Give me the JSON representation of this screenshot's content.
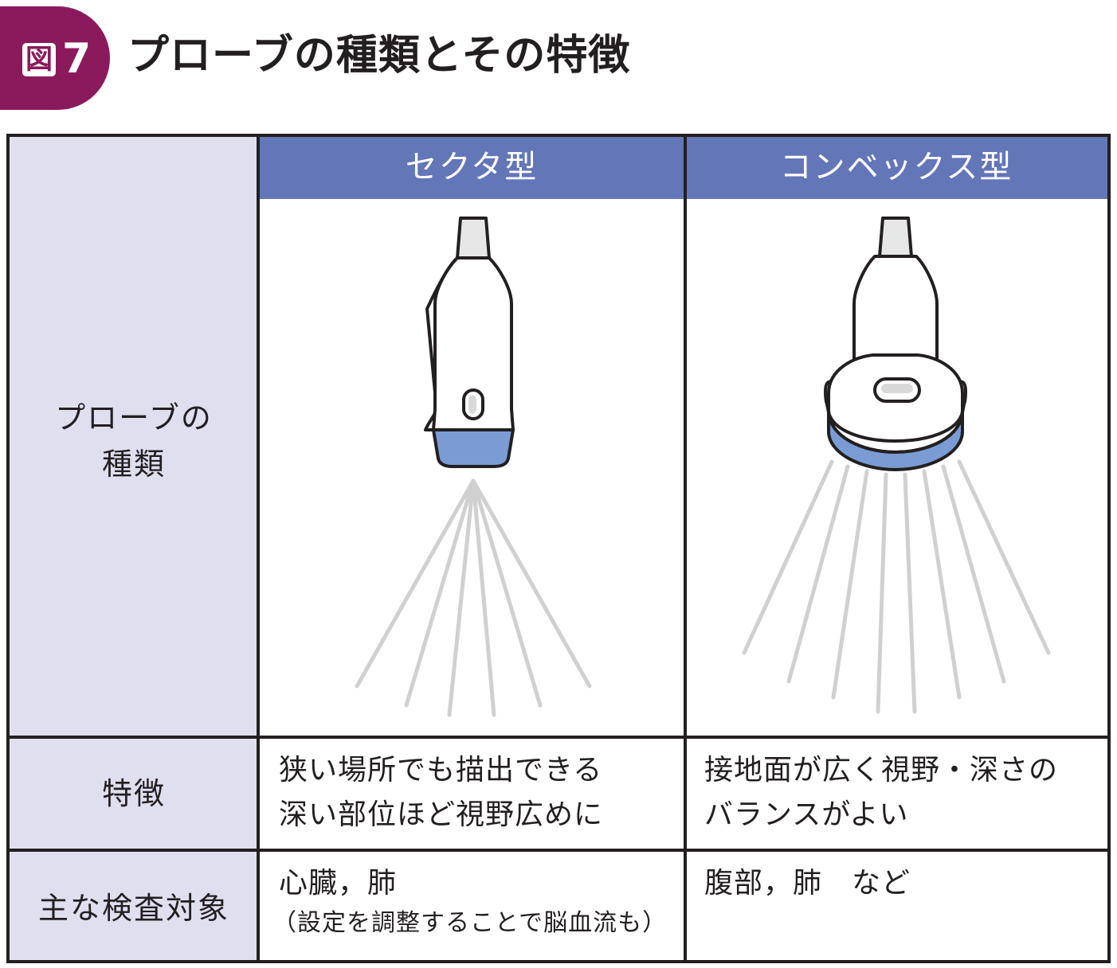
{
  "figure": {
    "badge_label": "図",
    "badge_number": "7",
    "title": "プローブの種類とその特徴"
  },
  "table": {
    "columns": [
      "セクタ型",
      "コンベックス型"
    ],
    "rows": {
      "probe_type": {
        "header_line1": "プローブの",
        "header_line2": "種類"
      },
      "features": {
        "header": "特徴",
        "sector_line1": "狭い場所でも描出できる",
        "sector_line2": "深い部位ほど視野広めに",
        "convex_line1": "接地面が広く視野・深さの",
        "convex_line2": "バランスがよい"
      },
      "targets": {
        "header": "主な検査対象",
        "sector_line1": "心臓，肺",
        "sector_line2": "（設定を調整することで脳血流も）",
        "convex_line1": "腹部，肺　など"
      }
    }
  },
  "colors": {
    "badge": "#8b1a5c",
    "header_blue": "#6276b8",
    "row_header_bg": "#e0dff0",
    "probe_tip": "#7b9bd4",
    "beam": "#c8c8c8"
  },
  "icons": [
    "sector-probe-icon",
    "convex-probe-icon"
  ]
}
